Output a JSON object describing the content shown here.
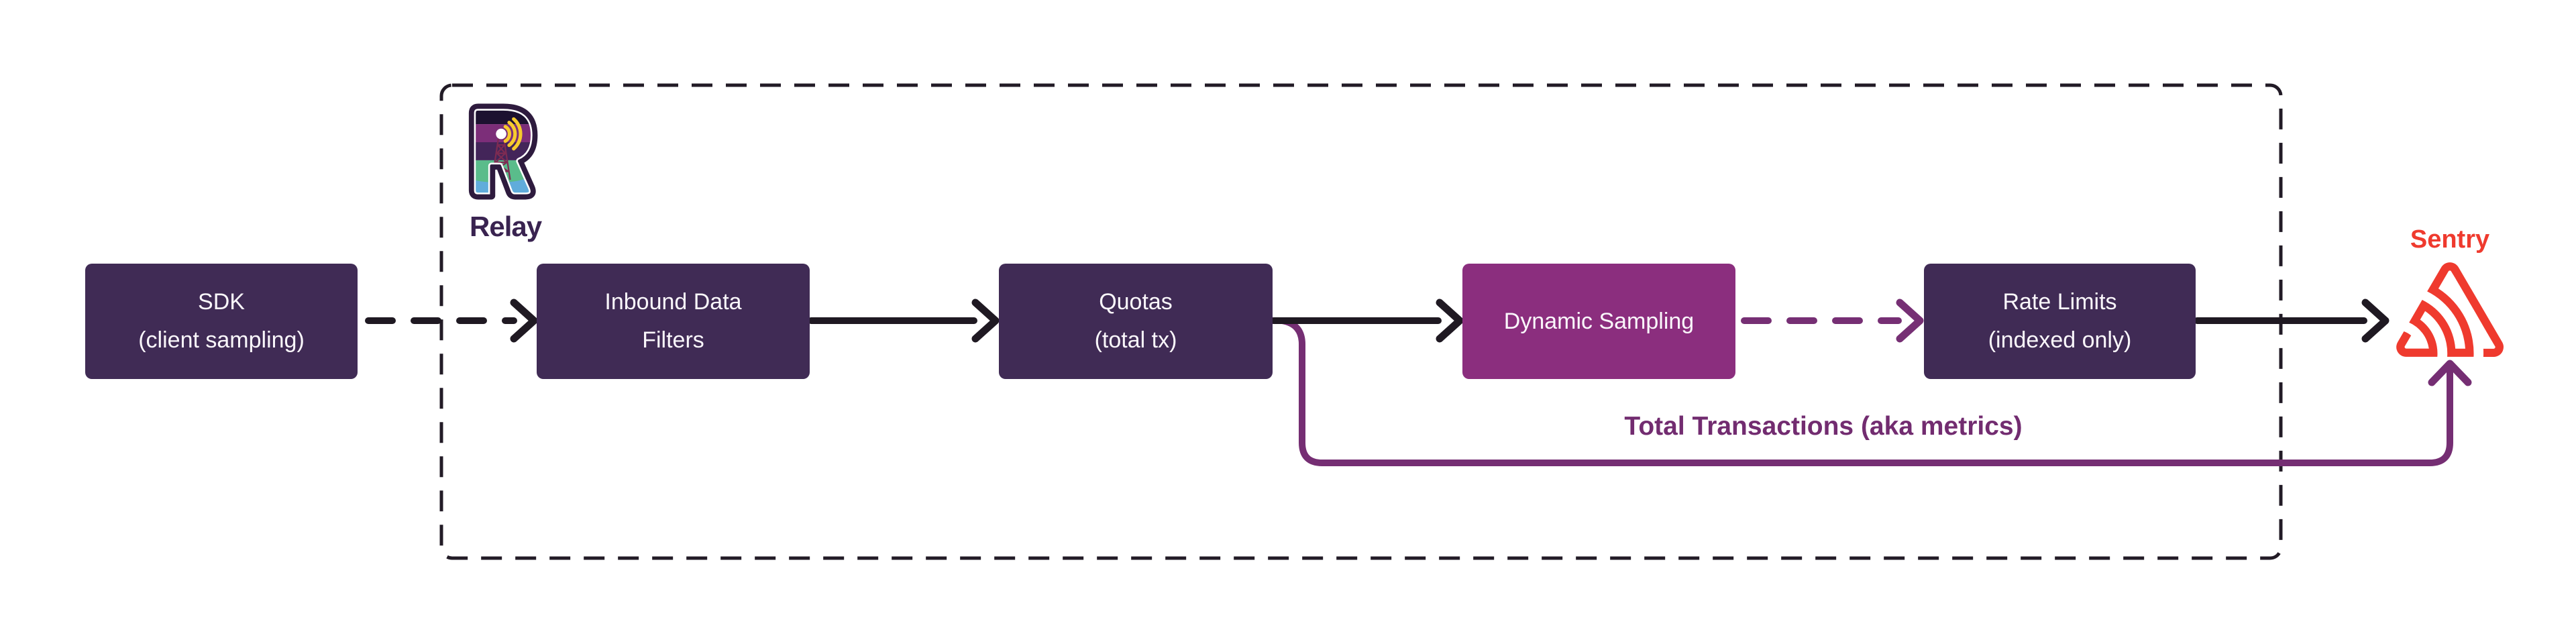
{
  "relay": {
    "label": "Relay"
  },
  "sentry": {
    "label": "Sentry"
  },
  "nodes": [
    {
      "id": "sdk",
      "line1": "SDK",
      "line2": "(client sampling)"
    },
    {
      "id": "inbound-data-filters",
      "line1": "Inbound Data",
      "line2": "Filters"
    },
    {
      "id": "quotas",
      "line1": "Quotas",
      "line2": "(total tx)"
    },
    {
      "id": "dynamic-sampling",
      "line1": "Dynamic Sampling",
      "line2": ""
    },
    {
      "id": "rate-limits",
      "line1": "Rate Limits",
      "line2": "(indexed only)"
    }
  ],
  "edges": [
    {
      "from": "sdk",
      "to": "inbound-data-filters",
      "style": "dashed",
      "color": "#1F1922",
      "label": ""
    },
    {
      "from": "inbound-data-filters",
      "to": "quotas",
      "style": "solid",
      "color": "#1F1922",
      "label": ""
    },
    {
      "from": "quotas",
      "to": "dynamic-sampling",
      "style": "solid",
      "color": "#1F1922",
      "label": ""
    },
    {
      "from": "dynamic-sampling",
      "to": "rate-limits",
      "style": "dashed",
      "color": "#762F74",
      "label": ""
    },
    {
      "from": "rate-limits",
      "to": "sentry",
      "style": "solid",
      "color": "#1F1922",
      "label": ""
    },
    {
      "from": "quotas",
      "to": "sentry",
      "style": "solid",
      "color": "#762F74",
      "label": "Total Transactions (aka metrics)"
    }
  ],
  "colors": {
    "node_dark": "#402B55",
    "node_highlight": "#8B2E7E",
    "arrow_black": "#1F1922",
    "arrow_purple": "#752E73",
    "metrics_label": "#722C70",
    "sentry_red": "#EF3A2E",
    "relay_text": "#392350",
    "boundary": "#221B26"
  }
}
